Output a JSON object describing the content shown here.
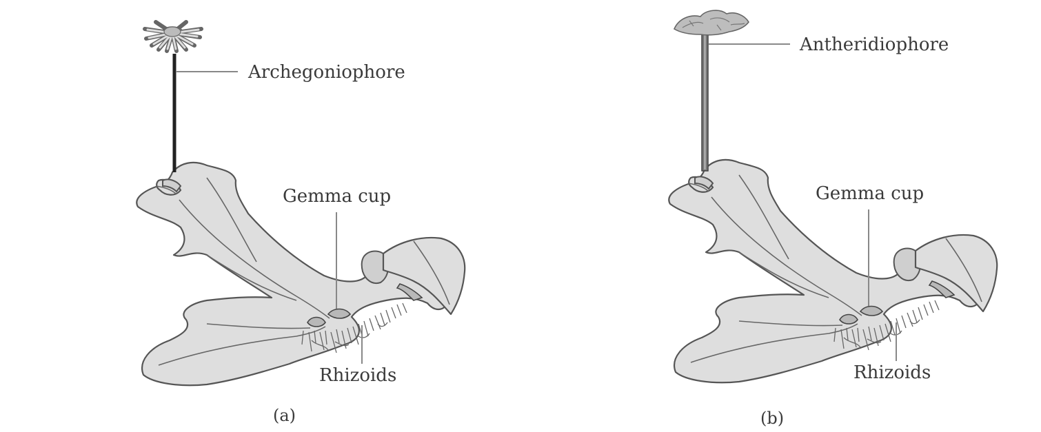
{
  "panels": [
    {
      "caption": "(a)",
      "labels": {
        "stalk": "Archegoniophore",
        "cup": "Gemma cup",
        "roots": "Rhizoids"
      },
      "stalk_type": "archegoniophore",
      "colors": {
        "thallus": "#dedede",
        "outline": "#555555",
        "stalk": "#222222"
      }
    },
    {
      "caption": "(b)",
      "labels": {
        "stalk": "Antheridiophore",
        "cup": "Gemma cup",
        "roots": "Rhizoids"
      },
      "stalk_type": "antheridiophore",
      "colors": {
        "thallus": "#dedede",
        "outline": "#555555",
        "stalk": "#555555"
      }
    }
  ]
}
